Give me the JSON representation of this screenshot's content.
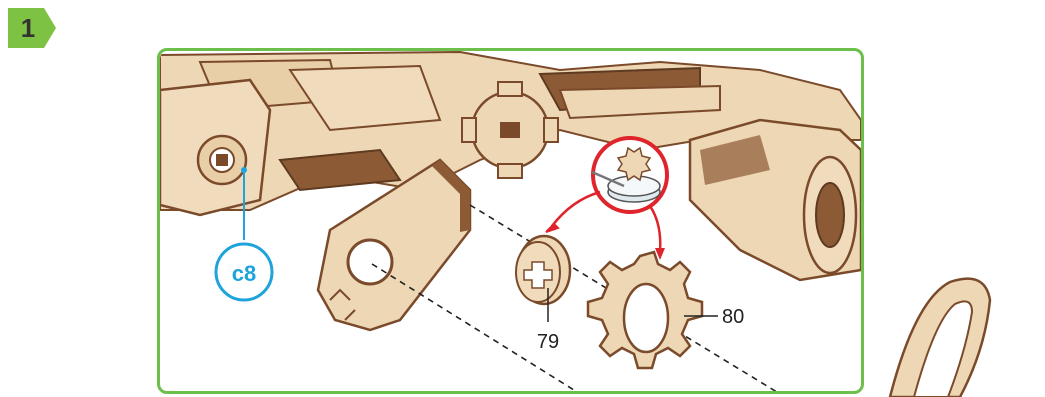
{
  "step": {
    "number": "1"
  },
  "callouts": {
    "c8": "c8",
    "part79": "79",
    "part80": "80"
  },
  "colors": {
    "step_badge": "#7dc242",
    "frame": "#6cbf4b",
    "callout_blue": "#1ea3dc",
    "arrow_red": "#e0242b",
    "wood_light": "#eed7b5",
    "wood_dark": "#7a4a2a"
  }
}
